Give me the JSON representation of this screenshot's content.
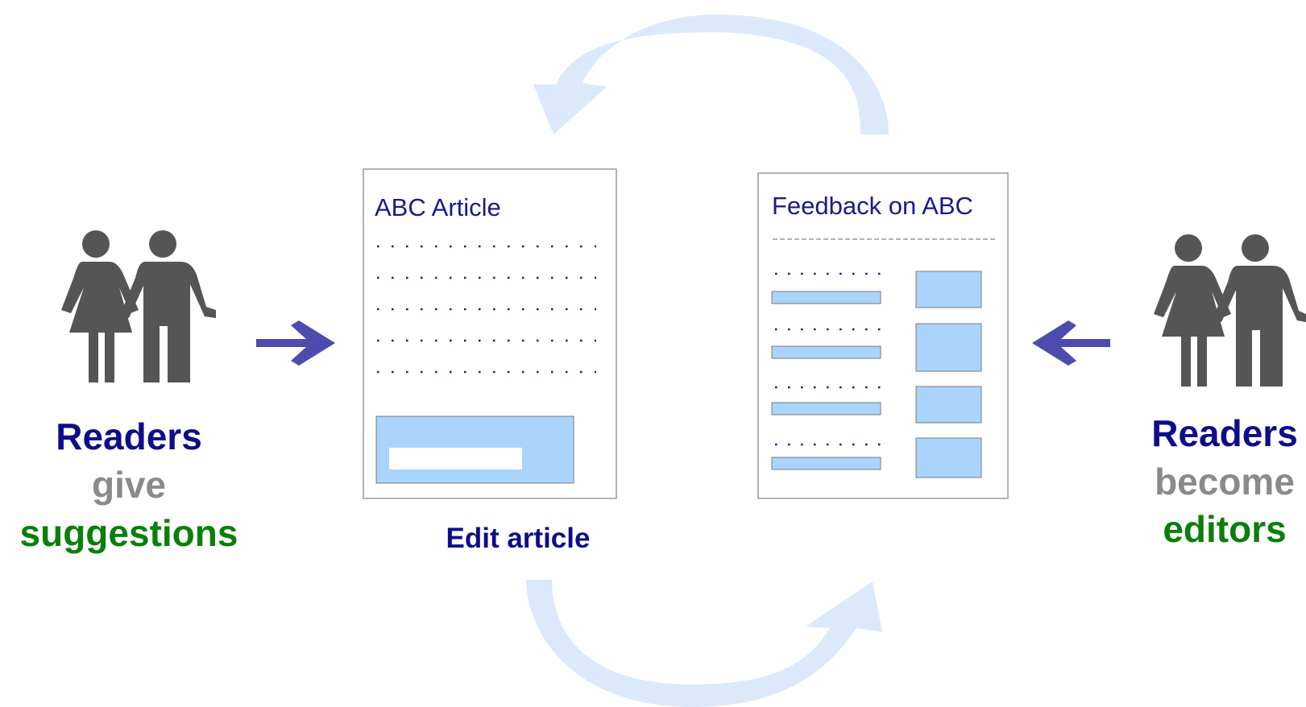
{
  "colors": {
    "navy": "#0d0d8a",
    "gray_text": "#8a8a8a",
    "green": "#0a7f0a",
    "person": "#555555",
    "arrow": "#4b4bb0",
    "cycle_arrow": "#dbe9fb",
    "box_fill": "#aad4fb",
    "box_stroke": "#7a7a7a",
    "doc_border": "#9a9a9a"
  },
  "icons": {
    "people": "couple-person-icon",
    "arrow_right": "arrow-right-icon",
    "arrow_left": "arrow-left-icon",
    "cycle_top": "curved-arrow-icon",
    "cycle_bottom": "curved-arrow-icon"
  },
  "left_caption": {
    "line1": "Readers",
    "line2": "give",
    "line3": "suggestions"
  },
  "right_caption": {
    "line1": "Readers",
    "line2": "become",
    "line3": "editors"
  },
  "article_doc": {
    "title": "ABC Article",
    "caption": "Edit article"
  },
  "feedback_doc": {
    "title": "Feedback on ABC"
  }
}
